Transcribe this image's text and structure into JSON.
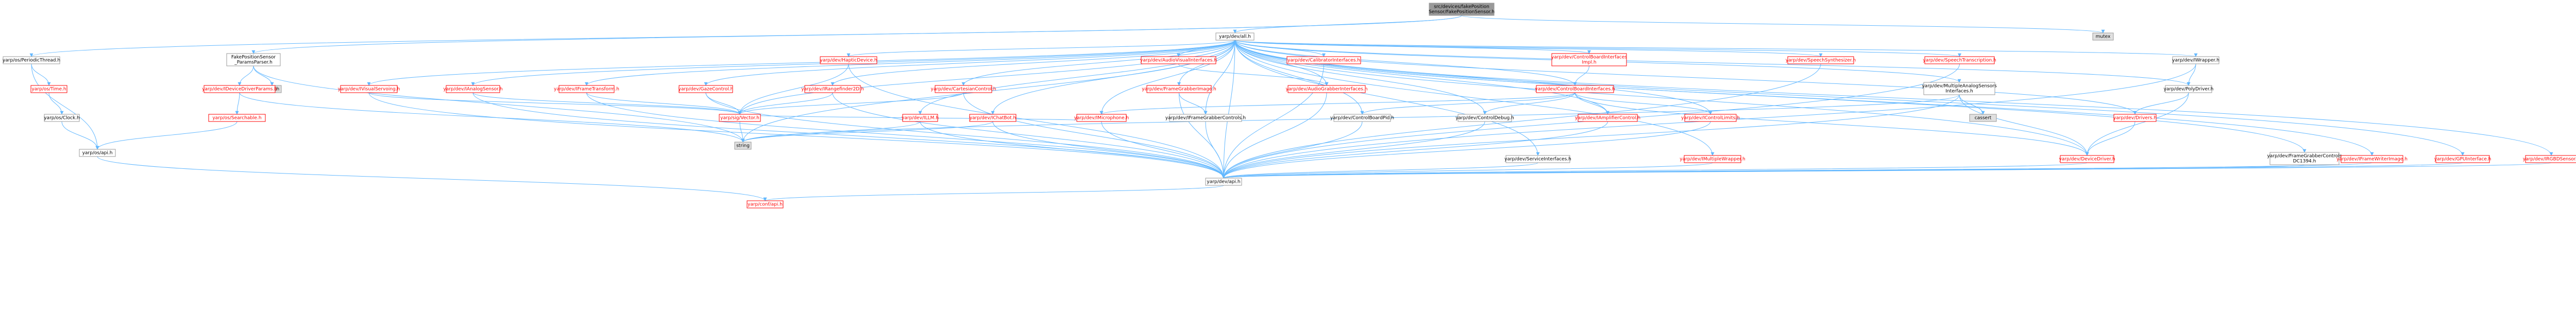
{
  "graph": {
    "colors": {
      "edge": "#63b8ff",
      "node_fill": "#ffffff",
      "node_stroke": "#ff0000",
      "node_stroke_plain": "#999999",
      "node_text": "#ff0000",
      "node_text_plain": "#000000",
      "root_fill": "#999999",
      "root_text": "#000000",
      "system_fill": "#e0e0e0",
      "system_stroke": "#999999",
      "system_text": "#000000"
    },
    "nodes": [
      {
        "id": "root",
        "kind": "root",
        "lines": [
          "src/devices/fakePosition",
          "Sensor/FakePositionSensor.h"
        ]
      },
      {
        "id": "all",
        "kind": "plain",
        "lines": [
          "yarp/dev/all.h"
        ]
      },
      {
        "id": "mutex",
        "kind": "system",
        "lines": [
          "mutex"
        ]
      },
      {
        "id": "periodic",
        "kind": "plain",
        "lines": [
          "yarp/os/PeriodicThread.h"
        ]
      },
      {
        "id": "params",
        "kind": "plain",
        "lines": [
          "FakePositionSensor",
          "_ParamsParser.h"
        ]
      },
      {
        "id": "haptic",
        "kind": "red",
        "lines": [
          "yarp/dev/HapticDevice.h"
        ]
      },
      {
        "id": "audiovis",
        "kind": "red",
        "lines": [
          "yarp/dev/AudioVisualInterfaces.h"
        ]
      },
      {
        "id": "calib",
        "kind": "red",
        "lines": [
          "yarp/dev/CalibratorInterfaces.h"
        ]
      },
      {
        "id": "cbimpl",
        "kind": "red",
        "lines": [
          "yarp/dev/ControlBoardInterfaces",
          "Impl.h"
        ]
      },
      {
        "id": "speechsyn",
        "kind": "red",
        "lines": [
          "yarp/dev/SpeechSynthesizer.h"
        ]
      },
      {
        "id": "speechtr",
        "kind": "red",
        "lines": [
          "yarp/dev/SpeechTranscription.h"
        ]
      },
      {
        "id": "wrapper",
        "kind": "plain",
        "lines": [
          "yarp/dev/IWrapper.h"
        ]
      },
      {
        "id": "time",
        "kind": "red",
        "lines": [
          "yarp/os/Time.h"
        ]
      },
      {
        "id": "cmath",
        "kind": "system",
        "lines": [
          "cmath"
        ]
      },
      {
        "id": "idriverparams",
        "kind": "red",
        "lines": [
          "yarp/dev/IDeviceDriverParams.h"
        ]
      },
      {
        "id": "visualservo",
        "kind": "red",
        "lines": [
          "yarp/dev/IVisualServoing.h"
        ]
      },
      {
        "id": "analog",
        "kind": "red",
        "lines": [
          "yarp/dev/IAnalogSensor.h"
        ]
      },
      {
        "id": "frametransform",
        "kind": "red",
        "lines": [
          "yarp/dev/IFrameTransform.h"
        ]
      },
      {
        "id": "gaze",
        "kind": "red",
        "lines": [
          "yarp/dev/GazeControl.h"
        ]
      },
      {
        "id": "rangefinder",
        "kind": "red",
        "lines": [
          "yarp/dev/IRangefinder2D.h"
        ]
      },
      {
        "id": "cartesian",
        "kind": "red",
        "lines": [
          "yarp/dev/CartesianControl.h"
        ]
      },
      {
        "id": "framegrabberimg",
        "kind": "red",
        "lines": [
          "yarp/dev/FrameGrabberImage.h"
        ]
      },
      {
        "id": "audiograbber",
        "kind": "red",
        "lines": [
          "yarp/dev/AudioGrabberInterfaces.h"
        ]
      },
      {
        "id": "cbinterfaces",
        "kind": "red",
        "lines": [
          "yarp/dev/ControlBoardInterfaces.h"
        ]
      },
      {
        "id": "multianalog",
        "kind": "plain",
        "lines": [
          "yarp/dev/MultipleAnalogSensors",
          "Interfaces.h"
        ]
      },
      {
        "id": "polydriver",
        "kind": "plain",
        "lines": [
          "yarp/dev/PolyDriver.h"
        ]
      },
      {
        "id": "oclock",
        "kind": "plain",
        "lines": [
          "yarp/os/Clock.h"
        ]
      },
      {
        "id": "searchable",
        "kind": "red",
        "lines": [
          "yarp/os/Searchable.h"
        ]
      },
      {
        "id": "vector",
        "kind": "red",
        "lines": [
          "yarp/sig/Vector.h"
        ]
      },
      {
        "id": "illm",
        "kind": "red",
        "lines": [
          "yarp/dev/ILLM.h"
        ]
      },
      {
        "id": "chatbot",
        "kind": "red",
        "lines": [
          "yarp/dev/IChatBot.h"
        ]
      },
      {
        "id": "microphone",
        "kind": "red",
        "lines": [
          "yarp/dev/IMicrophone.h"
        ]
      },
      {
        "id": "framegrabberctl",
        "kind": "plain",
        "lines": [
          "yarp/dev/IFrameGrabberControls.h"
        ]
      },
      {
        "id": "cbpid",
        "kind": "plain",
        "lines": [
          "yarp/dev/ControlBoardPid.h"
        ]
      },
      {
        "id": "cdebug",
        "kind": "plain",
        "lines": [
          "yarp/dev/ControlDebug.h"
        ]
      },
      {
        "id": "amplifier",
        "kind": "red",
        "lines": [
          "yarp/dev/IAmplifierControl.h"
        ]
      },
      {
        "id": "climits",
        "kind": "red",
        "lines": [
          "yarp/dev/IControlLimits.h"
        ]
      },
      {
        "id": "cassert",
        "kind": "system",
        "lines": [
          "cassert"
        ]
      },
      {
        "id": "drivers",
        "kind": "red",
        "lines": [
          "yarp/dev/Drivers.h"
        ]
      },
      {
        "id": "ostring",
        "kind": "system",
        "lines": [
          "string"
        ]
      },
      {
        "id": "osapi",
        "kind": "plain",
        "lines": [
          "yarp/os/api.h"
        ]
      },
      {
        "id": "service",
        "kind": "plain",
        "lines": [
          "yarp/dev/ServiceInterfaces.h"
        ]
      },
      {
        "id": "multiwrapper",
        "kind": "red",
        "lines": [
          "yarp/dev/IMultipleWrapper.h"
        ]
      },
      {
        "id": "devicedriver",
        "kind": "red",
        "lines": [
          "yarp/dev/DeviceDriver.h"
        ]
      },
      {
        "id": "fgc1394",
        "kind": "plain",
        "lines": [
          "yarp/dev/FrameGrabberControls",
          "DC1394.h"
        ]
      },
      {
        "id": "framewriter",
        "kind": "red",
        "lines": [
          "yarp/dev/IFrameWriterImage.h"
        ]
      },
      {
        "id": "gpu",
        "kind": "red",
        "lines": [
          "yarp/dev/GPUInterface.h"
        ]
      },
      {
        "id": "rgbd",
        "kind": "red",
        "lines": [
          "yarp/dev/IRGBDSensor.h"
        ]
      },
      {
        "id": "devapi",
        "kind": "plain",
        "lines": [
          "yarp/dev/api.h"
        ]
      },
      {
        "id": "confapi",
        "kind": "red",
        "lines": [
          "yarp/conf/api.h"
        ]
      }
    ]
  }
}
